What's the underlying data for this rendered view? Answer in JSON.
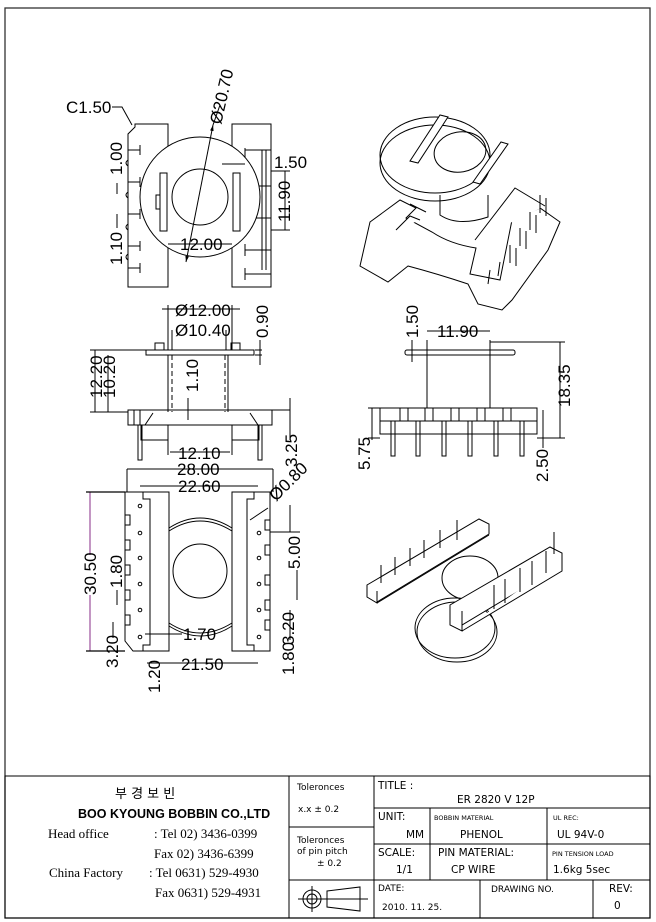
{
  "drawing": {
    "top_view": {
      "chamfer": "C1.50",
      "flange_diameter": "Ø20.70",
      "slot_width": "1.50",
      "pitch_top": "1.00",
      "pitch_bottom": "1.10",
      "inner_span": "12.00",
      "slot_span": "11.90"
    },
    "front_view": {
      "outer_core": "Ø12.00",
      "inner_core": "Ø10.40",
      "flange_thickness": "0.90",
      "total_height": "12.20",
      "winding_height": "10.20",
      "wall": "1.10",
      "base_span": "12.10",
      "pin_length": "3.25"
    },
    "side_view": {
      "flange_thickness": "1.50",
      "core_width": "11.90",
      "overall_height": "18.35",
      "base_height": "5.75",
      "pin_extension": "2.50"
    },
    "bottom_view": {
      "overall_width": "28.00",
      "inner_width": "22.60",
      "pin_diameter": "Ø0.80",
      "overall_length": "30.50",
      "pin_pitch": "5.00",
      "notch_width": "1.80",
      "wall": "1.70",
      "edge": "3.20",
      "slot": "3.20",
      "pin_offset": "1.80",
      "base_span": "21.50",
      "margin": "1.20"
    }
  },
  "title_block": {
    "company_korean": "부 경 보 빈",
    "company_name": "BOO KYOUNG BOBBIN CO.,LTD",
    "head_office_label": "Head office",
    "head_tel": ": Tel  02) 3436-0399",
    "head_fax": "Fax  02) 3436-6399",
    "china_label": "China Factory",
    "china_tel": ": Tel 0631) 529-4930",
    "china_fax": "Fax 0631) 529-4931",
    "tol_label": "Toleronces",
    "tol_value": "x.x   ± 0.2",
    "pin_tol_label_1": "Toleronces",
    "pin_tol_label_2": "of pin pitch",
    "pin_tol_value": "± 0.2",
    "title_label": "TITLE :",
    "title_value": "ER 2820 V 12P",
    "unit_label": "UNIT:",
    "unit_value": "MM",
    "bobbin_material_label": "BOBBIN MATERIAL",
    "bobbin_material_value": "PHENOL",
    "ul_label": "UL REC:",
    "ul_value": "UL  94V-0",
    "scale_label": "SCALE:",
    "scale_value": "1/1",
    "pin_material_label": "PIN MATERIAL:",
    "pin_material_value": "CP  WIRE",
    "pin_tension_label": "PIN TENSION LOAD",
    "pin_tension_value": "1.6kg  5sec",
    "date_label": "DATE:",
    "date_value": "2010. 11. 25.",
    "drawing_no_label": "DRAWING NO.",
    "drawing_no_value": "",
    "rev_label": "REV:",
    "rev_value": "0",
    "projection_symbol": "first-angle-projection-icon"
  },
  "colors": {
    "line": "#000000",
    "highlight_dim": "#9b4f9b",
    "border": "#555555"
  }
}
